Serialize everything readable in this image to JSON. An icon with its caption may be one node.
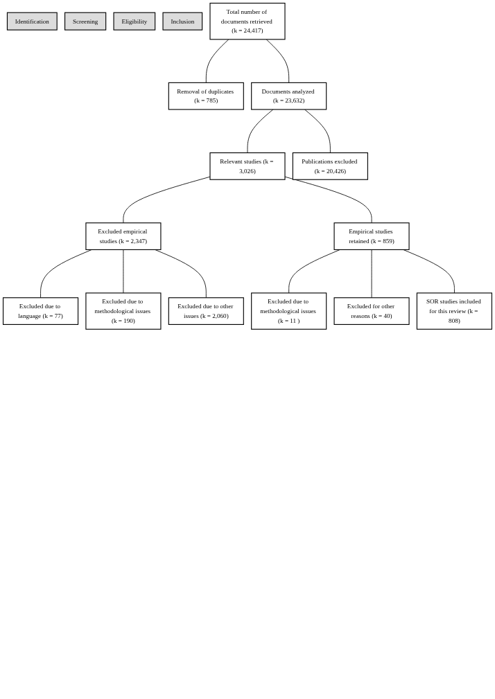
{
  "diagram": {
    "nodes": [
      {
        "text": [
          "Identification"
        ]
      },
      {
        "text": [
          "Screening"
        ]
      },
      {
        "text": [
          "Eligibility"
        ]
      },
      {
        "text": [
          "Inclusion"
        ]
      },
      {
        "text": [
          "Total number of documents retrieved (k = 24,417)"
        ]
      },
      {
        "text": [
          "Removal of duplicates (k = 785)"
        ]
      },
      {
        "text": [
          "Documents analyzed (k = 23,632)"
        ]
      },
      {
        "text": [
          "Relevant studies (k = 3,026)"
        ]
      },
      {
        "text": [
          "Publications excluded (k = 20,426)"
        ]
      },
      {
        "text": [
          "Excluded empirical studies (k = 2,347)"
        ]
      },
      {
        "text": [
          "Empirical studies retained (k = 859)"
        ]
      },
      {
        "text": [
          "Excluded due to language (k = 77)"
        ]
      },
      {
        "text": [
          "Excluded due to methodological issues (k = 11 )"
        ]
      },
      {
        "text": [
          "Excluded due to methodological issues (k = 190)"
        ]
      },
      {
        "text": [
          "Excluded for other reasons (k = 40)"
        ]
      },
      {
        "text": [
          "Excluded due to other issues (k = 2,060)"
        ]
      },
      {
        "text": [
          "SOR studies included for this review (k = 808)"
        ]
      }
    ],
    "edges": [
      {
        "from": 4,
        "to": 5,
        "arrow": "none"
      },
      {
        "from": 4,
        "to": 6,
        "arrow": "none"
      },
      {
        "from": 6,
        "to": 7,
        "arrow": "none"
      },
      {
        "from": 6,
        "to": 8,
        "arrow": "none"
      },
      {
        "from": 7,
        "to": 9,
        "arrow": "none"
      },
      {
        "from": 7,
        "to": 10,
        "arrow": "none"
      },
      {
        "from": 9,
        "to": 11,
        "arrow": "none"
      },
      {
        "from": 9,
        "to": 13,
        "arrow": "none"
      },
      {
        "from": 9,
        "to": 15,
        "arrow": "none"
      },
      {
        "from": 10,
        "to": 12,
        "arrow": "none"
      },
      {
        "from": 10,
        "to": 14,
        "arrow": "none"
      },
      {
        "from": 10,
        "to": 16,
        "arrow": "none"
      }
    ]
  }
}
